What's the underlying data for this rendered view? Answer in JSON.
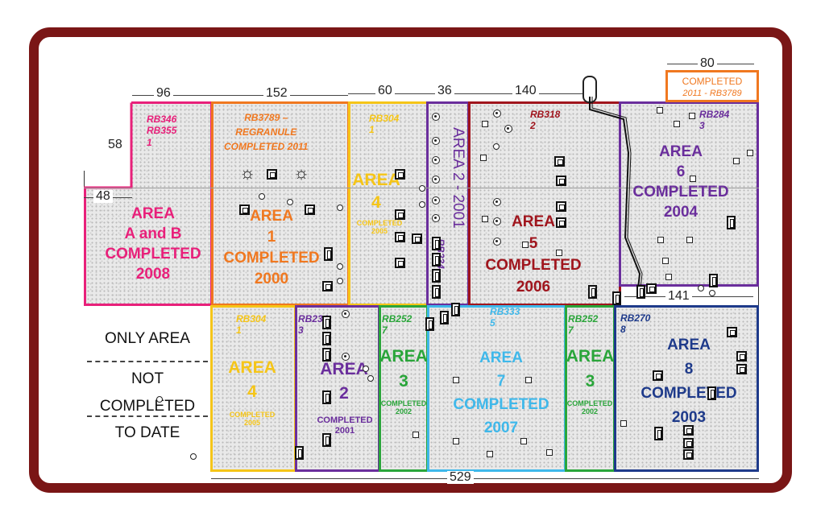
{
  "colors": {
    "frame": "#7a1616",
    "pink": "#e8207a",
    "orange": "#f07820",
    "yellow": "#f5c518",
    "purple": "#6a2e9c",
    "darkred": "#a0151d",
    "green": "#2aa53a",
    "lightblue": "#3fb8ea",
    "navy": "#1e3a8a"
  },
  "dims": {
    "d80": "80",
    "d96": "96",
    "d152": "152",
    "d60": "60",
    "d36": "36",
    "d140": "140",
    "d58": "58",
    "d48": "48",
    "d141": "141",
    "d529": "529"
  },
  "top_completed": {
    "line1": "COMPLETED",
    "line2": "2011 - RB3789"
  },
  "zones": {
    "ab": {
      "rb": "RB346\nRB355\n1",
      "title": "AREA\nA and B\nCOMPLETED\n2008"
    },
    "a1": {
      "rb": "RB3789 –\nREGRANULE\nCOMPLETED 2011",
      "title": "AREA\n1\nCOMPLETED\n2000"
    },
    "a4top": {
      "rb": "RB304\n1",
      "title": "AREA\n4",
      "sub": "COMPLETED\n2005"
    },
    "a2strip": {
      "title": "AREA 2 - 2001",
      "rb": "RB234"
    },
    "a5": {
      "rb": "RB318\n2",
      "title": "AREA\n5\nCOMPLETED\n2006"
    },
    "a6": {
      "rb": "RB284\n3",
      "title": "AREA\n6\nCOMPLETED\n2004"
    },
    "only": {
      "l1": "ONLY AREA",
      "l2": "NOT",
      "l3": "COMPLETED",
      "l4": "TO DATE"
    },
    "a4bot": {
      "rb": "RB304\n1",
      "title": "AREA\n4",
      "sub": "COMPLETED\n2005"
    },
    "a2bot": {
      "rb": "RB234\n3",
      "title": "AREA\n2",
      "sub": "COMPLETED\n2001"
    },
    "a3left": {
      "rb": "RB252\n7",
      "title": "AREA\n3",
      "sub": "COMPLETED\n2002"
    },
    "a7": {
      "rb": "RB333\n5",
      "title": "AREA\n7\nCOMPLETED\n2007"
    },
    "a3right": {
      "rb": "RB252\n7",
      "title": "AREA\n3",
      "sub": "COMPLETED\n2002"
    },
    "a8": {
      "rb": "RB270\n8",
      "title": "AREA\n8\nCOMPLETED\n2003"
    }
  }
}
